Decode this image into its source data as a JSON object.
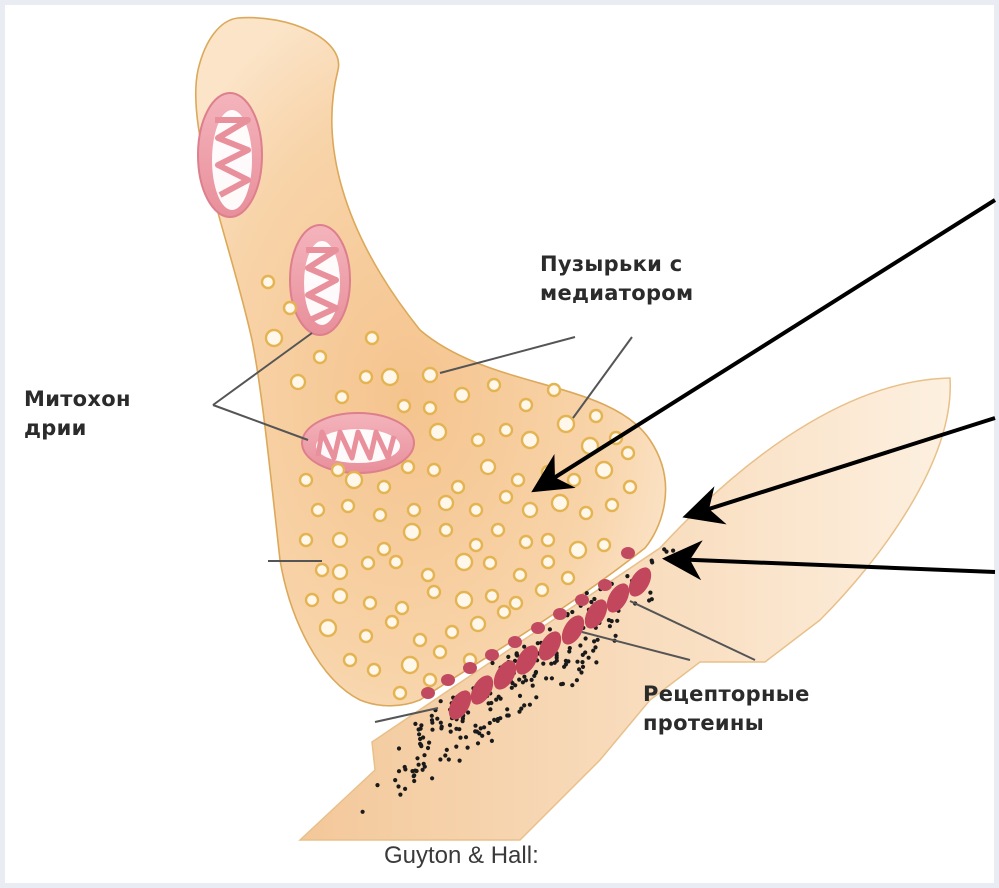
{
  "labels": {
    "vesicles_line1": "Пузырьки с",
    "vesicles_line2": "медиатором",
    "mito_line1": "Митохон",
    "mito_line2": "дрии",
    "receptors_line1": "Рецепторные",
    "receptors_line2": "протеины"
  },
  "credit": "Guyton & Hall:",
  "colors": {
    "terminal_fill": "#f8d9b3",
    "terminal_stroke": "#e0b060",
    "mito_fill": "#f1aab2",
    "receptor_fill": "#c2465c",
    "arrow": "#000000"
  }
}
